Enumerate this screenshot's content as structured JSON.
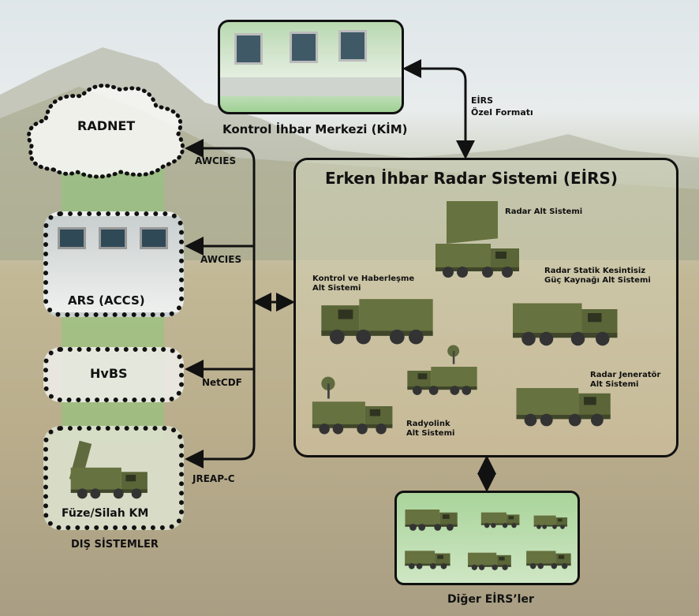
{
  "kim": {
    "label": "Kontrol İhbar Merkezi (KİM)"
  },
  "kim_link": {
    "line1": "EİRS",
    "line2": "Özel Formatı"
  },
  "external": {
    "radnet": "RADNET",
    "ars": "ARS (ACCS)",
    "hvbs": "HvBS",
    "fuze": "Füze/Silah KM",
    "group_label": "DIŞ SİSTEMLER"
  },
  "protocols": {
    "radnet": "AWCIES",
    "ars": "AWCIES",
    "hvbs": "NetCDF",
    "fuze": "JREAP-C"
  },
  "eirs": {
    "title": "Erken İhbar Radar Sistemi (EİRS)",
    "subsystems": [
      {
        "line1": "Radar Alt Sistemi",
        "line2": ""
      },
      {
        "line1": "Kontrol ve Haberleşme",
        "line2": "Alt Sistemi"
      },
      {
        "line1": "Radar Statik Kesintisiz",
        "line2": "Güç Kaynağı Alt Sistemi"
      },
      {
        "line1": "Radar Jeneratör",
        "line2": "Alt Sistemi"
      },
      {
        "line1": "Radyolink",
        "line2": "Alt Sistemi"
      }
    ]
  },
  "others": {
    "label": "Diğer EİRS’ler"
  },
  "colors": {
    "vehicle": "#5f6b3e",
    "border": "#111111",
    "green_band": "#8cc878"
  }
}
